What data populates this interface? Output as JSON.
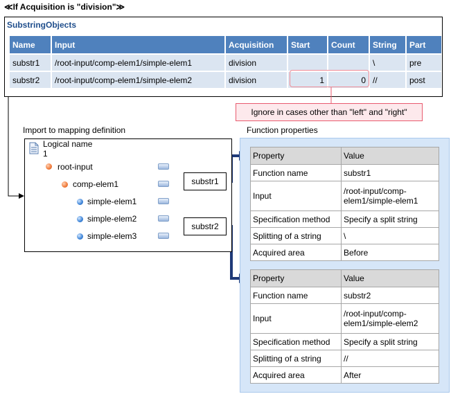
{
  "heading": "≪If Acquisition is \"division\"≫",
  "substring": {
    "title": "SubstringObjects",
    "headers": [
      "Name",
      "Input",
      "Acquisition",
      "Start",
      "Count",
      "String",
      "Part"
    ],
    "rows": [
      [
        "substr1",
        "/root-input/comp-elem1/simple-elem1",
        "division",
        "",
        "",
        "\\",
        "pre"
      ],
      [
        "substr2",
        "/root-input/comp-elem1/simple-elem2",
        "division",
        "1",
        "0",
        "//",
        "post"
      ]
    ],
    "callout": "Ignore in cases other than \"left\" and \"right\""
  },
  "mapping": {
    "label": "Import to mapping definition",
    "logical_name": "Logical name",
    "logical_index": "1",
    "nodes": [
      "root-input",
      "comp-elem1",
      "simple-elem1",
      "simple-elem2",
      "simple-elem3"
    ],
    "functions": [
      "substr1",
      "substr2"
    ]
  },
  "function_properties": {
    "label": "Function properties",
    "header": [
      "Property",
      "Value"
    ],
    "tables": [
      {
        "rows": [
          [
            "Function name",
            "substr1"
          ],
          [
            "Input",
            "/root-input/comp-elem1/simple-elem1"
          ],
          [
            "Specification method",
            "Specify a split string"
          ],
          [
            "Splitting of a string",
            "\\"
          ],
          [
            "Acquired area",
            "Before"
          ]
        ]
      },
      {
        "rows": [
          [
            "Function name",
            "substr2"
          ],
          [
            "Input",
            "/root-input/comp-elem1/simple-elem2"
          ],
          [
            "Specification method",
            "Specify a split string"
          ],
          [
            "Splitting of a string",
            "//"
          ],
          [
            "Acquired area",
            "After"
          ]
        ]
      }
    ]
  },
  "colors": {
    "header_blue": "#4f81bd",
    "row_blue": "#dbe5f1",
    "title_blue": "#1f4e8c",
    "callout_fill": "#fde9ec",
    "callout_border": "#e85a6e",
    "panel_blue": "#d6e6f8",
    "arrow_navy": "#1f3a78"
  }
}
